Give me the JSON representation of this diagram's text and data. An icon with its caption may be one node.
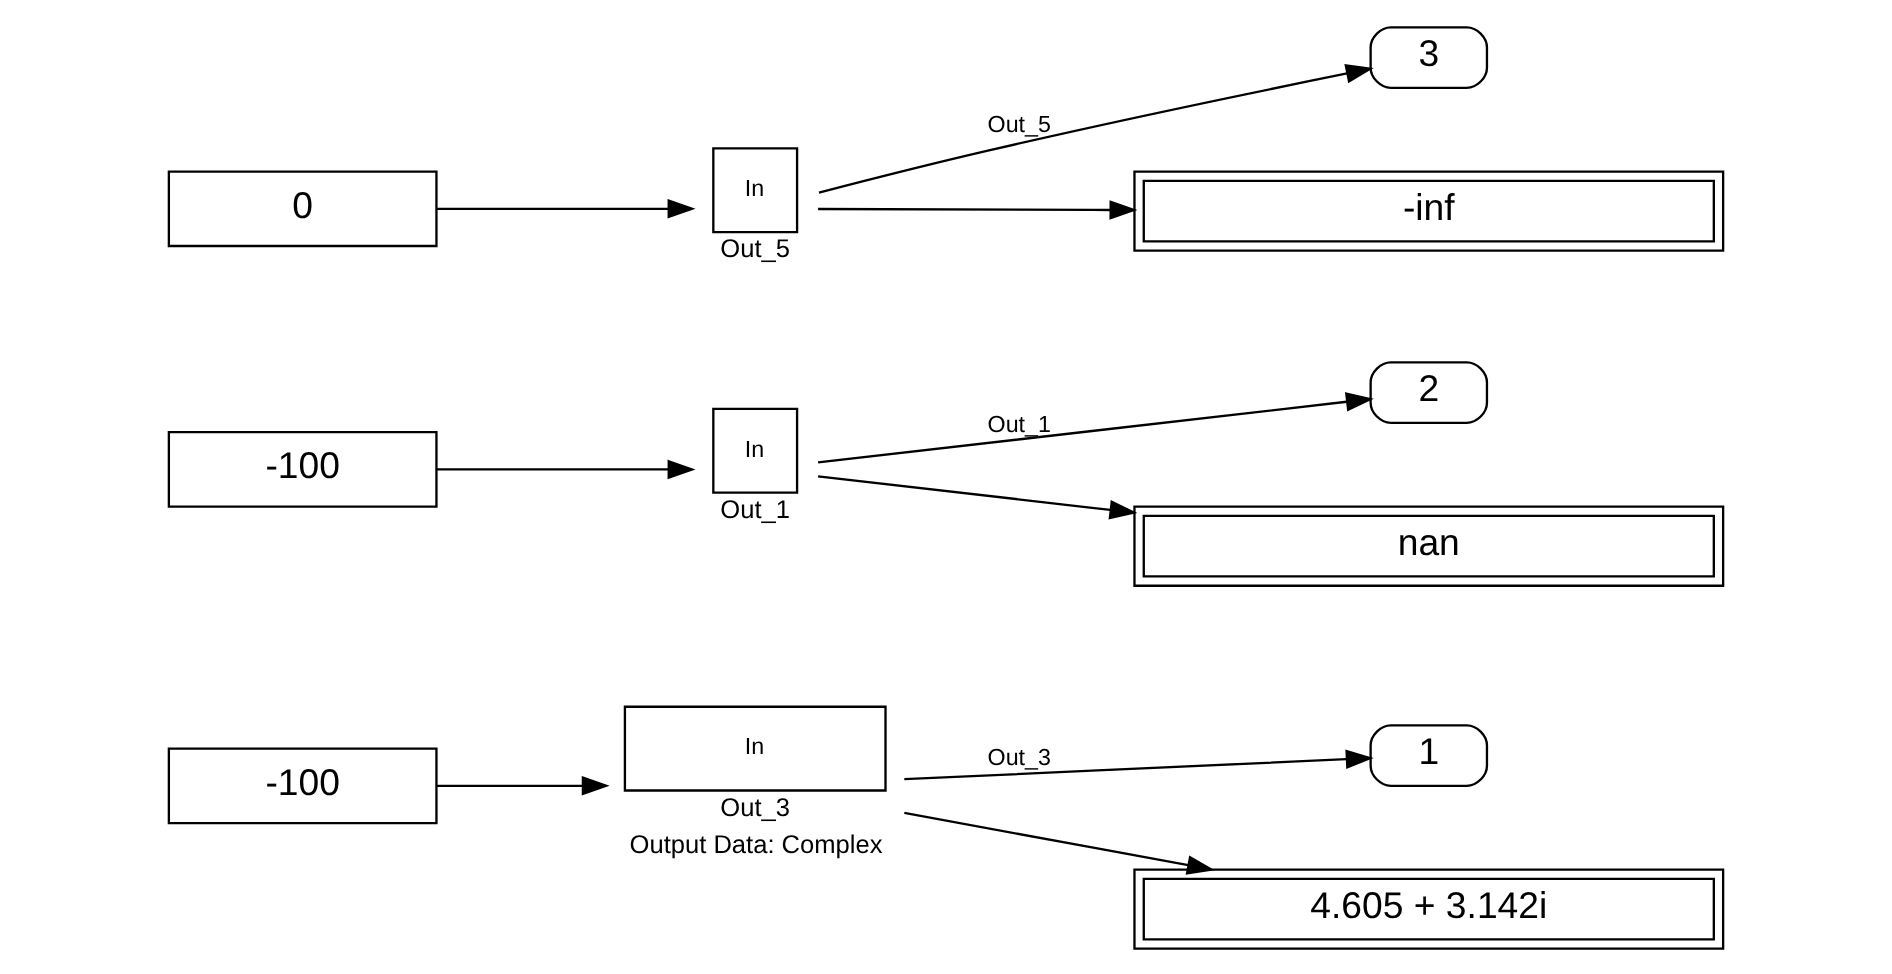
{
  "diagram": {
    "nodes": [
      {
        "text": [
          "-100"
        ]
      },
      {
        "text": [
          "In"
        ],
        "beside": [
          "Out_3",
          "Output Data: Complex"
        ]
      },
      {
        "text": [
          "1"
        ]
      },
      {
        "text": [
          "4.605 + 3.142i"
        ]
      },
      {
        "text": [
          "-100"
        ]
      },
      {
        "text": [
          "In"
        ],
        "beside": [
          "Out_1"
        ]
      },
      {
        "text": [
          "2"
        ]
      },
      {
        "text": [
          "nan"
        ]
      },
      {
        "text": [
          "0"
        ]
      },
      {
        "text": [
          "In"
        ],
        "beside": [
          "Out_5"
        ]
      },
      {
        "text": [
          "3"
        ]
      },
      {
        "text": [
          "-inf"
        ]
      }
    ],
    "edges": [
      {
        "from": 0,
        "to": 1,
        "arrow": "to"
      },
      {
        "from": 1,
        "to": 2,
        "arrow": "to",
        "label": "Out_3"
      },
      {
        "from": 1,
        "to": 3,
        "arrow": "to"
      },
      {
        "from": 4,
        "to": 5,
        "arrow": "to"
      },
      {
        "from": 5,
        "to": 6,
        "arrow": "to",
        "label": "Out_1"
      },
      {
        "from": 5,
        "to": 7,
        "arrow": "to"
      },
      {
        "from": 8,
        "to": 9,
        "arrow": "to"
      },
      {
        "from": 9,
        "to": 10,
        "arrow": "to",
        "label": "Out_5"
      },
      {
        "from": 9,
        "to": 11,
        "arrow": "to"
      }
    ]
  }
}
